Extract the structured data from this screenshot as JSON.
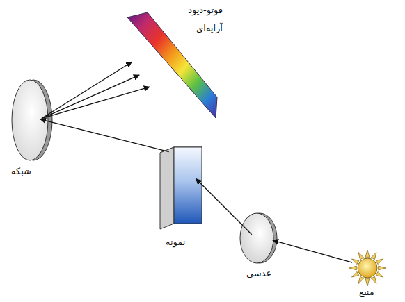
{
  "diagram": {
    "nodes": [
      {
        "text": [
          "فوتو-دیود آرایه‌ای"
        ]
      },
      {
        "text": [
          "شبکه"
        ]
      },
      {
        "text": [
          "نمونه"
        ]
      },
      {
        "text": [
          "عدسی"
        ]
      },
      {
        "text": [
          "منبع"
        ]
      }
    ],
    "edges": [
      {
        "from": 4,
        "to": 3,
        "arrow": "to"
      },
      {
        "from": 3,
        "to": 2,
        "arrow": "to"
      },
      {
        "from": 2,
        "to": 1,
        "arrow": "to"
      },
      {
        "from": 1,
        "to": 0,
        "arrow": "to"
      },
      {
        "from": 1,
        "to": 0,
        "arrow": "to"
      },
      {
        "from": 1,
        "to": 0,
        "arrow": "to"
      }
    ]
  }
}
